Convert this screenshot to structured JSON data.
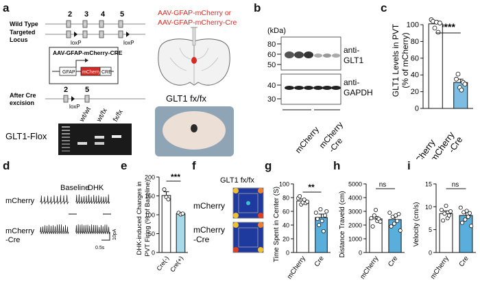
{
  "panel_labels": {
    "a": "a",
    "b": "b",
    "c": "c",
    "d": "d",
    "e": "e",
    "f": "f",
    "g": "g",
    "h": "h",
    "i": "i"
  },
  "panel_a": {
    "exon_numbers_top": [
      "2",
      "3",
      "4",
      "5"
    ],
    "row_wild_type": "Wild Type",
    "row_targeted": [
      "Targeted",
      "Locus"
    ],
    "loxp": "loxP",
    "construct_title": "AAV-GFAP-mCherry-CRE",
    "construct_boxes": [
      "GFAP",
      "mCherry",
      "CRE"
    ],
    "after_cre": [
      "After Cre",
      "excision"
    ],
    "exon_numbers_after": [
      "2",
      "5"
    ],
    "gel_label": "GLT1-Flox",
    "lane_labels": [
      "wt/wt",
      "wt/fx",
      "fx/fx"
    ],
    "virus_text": [
      "AAV-GFAP-mCherry or",
      "AAV-GFAP-mCherry-Cre"
    ],
    "mouse_label": "GLT1 fx/fx",
    "virus_color": "#d62a24"
  },
  "panel_b": {
    "kda_title": "(kDa)",
    "kda_top": [
      "80",
      "60",
      "50"
    ],
    "kda_bottom": [
      "40",
      "30"
    ],
    "blot_labels": [
      [
        "anti-",
        "GLT1"
      ],
      [
        "anti-",
        "GAPDH"
      ]
    ],
    "groups": [
      "mCherry",
      [
        "mCherry",
        "-Cre"
      ]
    ]
  },
  "panel_c": {
    "ylabel": [
      "GLT1 Levels in PVT",
      "(% of mCherry)"
    ],
    "significance": "****",
    "chart_data": {
      "type": "bar",
      "categories": [
        "mCherry",
        "mCherry -Cre"
      ],
      "values": [
        101,
        31
      ],
      "errors": [
        4,
        4
      ],
      "points": [
        [
          106,
          104,
          96,
          103,
          91,
          102
        ],
        [
          35,
          41,
          25,
          22,
          31,
          29
        ]
      ],
      "yticks": [
        0,
        20,
        40,
        60,
        80,
        100
      ],
      "ylim": [
        0,
        100
      ],
      "colors": [
        "#ffffff",
        "#7dbde2"
      ]
    }
  },
  "panel_d": {
    "conditions": [
      "Baseline",
      "DHK"
    ],
    "rows": [
      "mCherry",
      [
        "mCherry",
        "-Cre"
      ]
    ],
    "scale_time": "0.5s",
    "scale_amp": "10pA"
  },
  "panel_e": {
    "ylabel": [
      "DHK-induced Changes in",
      "PVT Firing (% of Baseline)"
    ],
    "significance": "***",
    "chart_data": {
      "type": "bar",
      "categories": [
        "Cre(-)",
        "Cre(+)"
      ],
      "values": [
        151,
        103
      ],
      "errors": [
        10,
        3
      ],
      "points": [
        [
          167,
          147,
          141
        ],
        [
          105,
          101,
          103
        ]
      ],
      "yticks": [
        0,
        50,
        100,
        150,
        200
      ],
      "ylim": [
        0,
        200
      ],
      "colors": [
        "#ffffff",
        "#a8d8ea"
      ]
    }
  },
  "panel_f": {
    "title": "GLT1 fx/fx",
    "rows": [
      "mCherry",
      [
        "mCherry",
        "-Cre"
      ]
    ]
  },
  "panel_g": {
    "ylabel": "Time Spent in Center (S)",
    "significance": "**",
    "chart_data": {
      "type": "bar",
      "categories": [
        "mCherry",
        "Cre"
      ],
      "values": [
        75,
        51
      ],
      "errors": [
        3,
        5
      ],
      "points": [
        [
          79,
          82,
          70,
          73,
          77,
          72,
          74
        ],
        [
          58,
          49,
          40,
          63,
          46,
          31,
          54,
          60
        ]
      ],
      "yticks": [
        0,
        20,
        40,
        60,
        80,
        100
      ],
      "ylim": [
        0,
        100
      ],
      "colors": [
        "#ffffff",
        "#5aaedc"
      ]
    }
  },
  "panel_h": {
    "ylabel": "Distance Traveld (cm)",
    "significance": "ns",
    "chart_data": {
      "type": "bar",
      "categories": [
        "mCherry",
        "Cre"
      ],
      "values": [
        2450,
        2400
      ],
      "errors": [
        180,
        200
      ],
      "points": [
        [
          2500,
          1900,
          2700,
          3100,
          2300,
          2450,
          2250
        ],
        [
          2900,
          1900,
          2600,
          2100,
          2700,
          2300,
          2800,
          1600
        ]
      ],
      "yticks": [
        0,
        1000,
        2000,
        3000,
        4000,
        5000
      ],
      "ylim": [
        0,
        5000
      ],
      "colors": [
        "#ffffff",
        "#5aaedc"
      ]
    }
  },
  "panel_i": {
    "ylabel": "Velocity (cm/s)",
    "significance": "ns",
    "chart_data": {
      "type": "bar",
      "categories": [
        "mCherry",
        "Cre"
      ],
      "values": [
        8.5,
        8.1
      ],
      "errors": [
        0.6,
        0.7
      ],
      "points": [
        [
          9.3,
          7.0,
          8.5,
          10.2,
          7.5,
          8.1,
          9.0
        ],
        [
          9.8,
          6.5,
          8.8,
          7.2,
          9.1,
          7.8,
          8.6,
          5.8
        ]
      ],
      "yticks": [
        0,
        5,
        10,
        15
      ],
      "ylim": [
        0,
        15
      ],
      "colors": [
        "#ffffff",
        "#5aaedc"
      ]
    }
  }
}
